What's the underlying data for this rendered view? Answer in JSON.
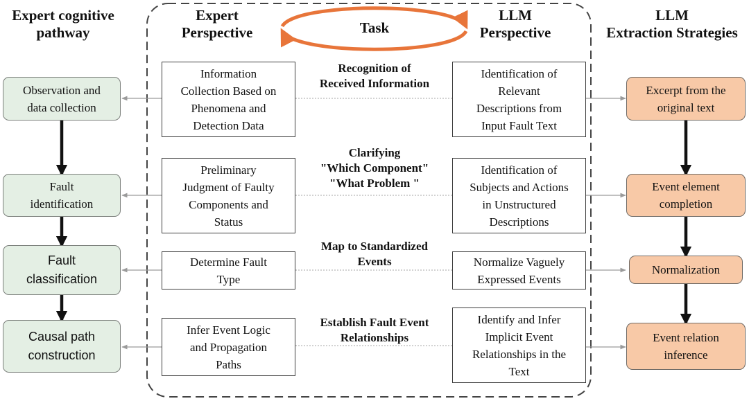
{
  "headers": {
    "expert_pathway": [
      "Expert cognitive",
      "pathway"
    ],
    "expert_perspective": [
      "Expert",
      "Perspective"
    ],
    "task": "Task",
    "llm_perspective": [
      "LLM",
      "Perspective"
    ],
    "llm_strategies": [
      "LLM",
      "Extraction Strategies"
    ]
  },
  "expert_pathway": [
    [
      "Observation and",
      "data collection"
    ],
    [
      "Fault",
      "identification"
    ],
    [
      "Fault",
      "classification"
    ],
    [
      "Causal path",
      "construction"
    ]
  ],
  "expert_perspective": [
    [
      "Information",
      "Collection Based on",
      "Phenomena and",
      "Detection Data"
    ],
    [
      "Preliminary",
      "Judgment of Faulty",
      "Components and",
      "Status"
    ],
    [
      "Determine Fault",
      "Type"
    ],
    [
      "Infer Event Logic",
      "and Propagation",
      "Paths"
    ]
  ],
  "tasks": [
    [
      "Recognition of",
      "Received Information"
    ],
    [
      "Clarifying",
      "\"Which Component\"",
      "\"What Problem \""
    ],
    [
      "Map to Standardized",
      "Events"
    ],
    [
      "Establish Fault Event",
      "Relationships"
    ]
  ],
  "llm_perspective": [
    [
      "Identification of",
      "Relevant",
      "Descriptions from",
      "Input Fault Text"
    ],
    [
      "Identification of",
      "Subjects and Actions",
      "in Unstructured",
      "Descriptions"
    ],
    [
      "Normalize Vaguely",
      "Expressed Events"
    ],
    [
      "Identify and Infer",
      "Implicit Event",
      "Relationships in the",
      "Text"
    ]
  ],
  "llm_strategies": [
    [
      "Excerpt from the",
      "original text"
    ],
    [
      "Event element",
      "completion"
    ],
    [
      "Normalization"
    ],
    [
      "Event relation",
      "inference"
    ]
  ],
  "colors": {
    "expert_fill": "#e4efe4",
    "llm_fill": "#f8c9a7",
    "task_ellipse": "#e8753a"
  }
}
